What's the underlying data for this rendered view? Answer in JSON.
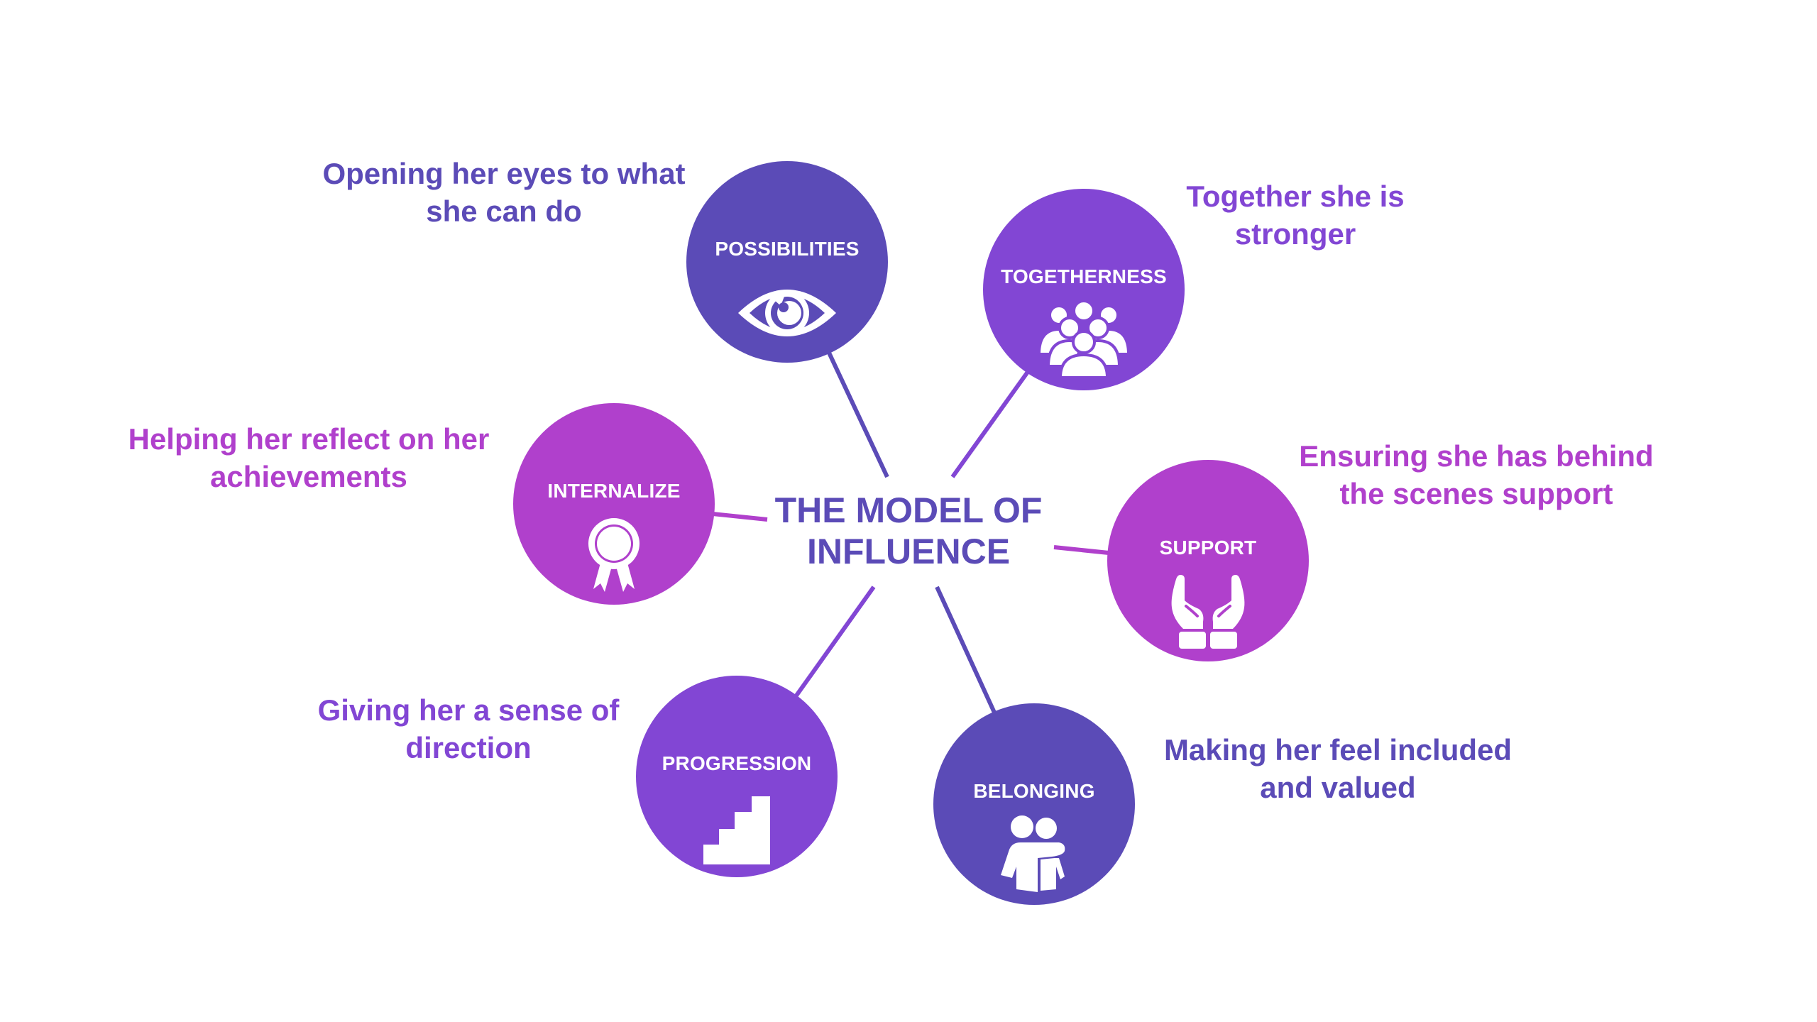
{
  "title": "THE MODEL OF\nINFLUENCE",
  "colors": {
    "indigo": "#5B4BB7",
    "violet": "#8246D4",
    "magenta": "#B040CC",
    "background": "#FFFFFF"
  },
  "nodes": [
    {
      "id": "possibilities",
      "label": "POSSIBILITIES",
      "icon": "eye-icon",
      "color": "#5B4BB7",
      "caption": "Opening her eyes to what\nshe can do"
    },
    {
      "id": "togetherness",
      "label": "TOGETHERNESS",
      "icon": "group-of-people-icon",
      "color": "#8246D4",
      "caption": "Together she is\nstronger"
    },
    {
      "id": "support",
      "label": "SUPPORT",
      "icon": "supporting-hands-icon",
      "color": "#B040CC",
      "caption": "Ensuring she has behind\nthe scenes support"
    },
    {
      "id": "belonging",
      "label": "BELONGING",
      "icon": "two-people-embrace-icon",
      "color": "#5B4BB7",
      "caption": "Making her feel included\nand valued"
    },
    {
      "id": "progression",
      "label": "PROGRESSION",
      "icon": "stairs-icon",
      "color": "#8246D4",
      "caption": "Giving her a sense of\ndirection"
    },
    {
      "id": "internalize",
      "label": "INTERNALIZE",
      "icon": "award-ribbon-icon",
      "color": "#B040CC",
      "caption": "Helping her reflect on her\nachievements"
    }
  ]
}
